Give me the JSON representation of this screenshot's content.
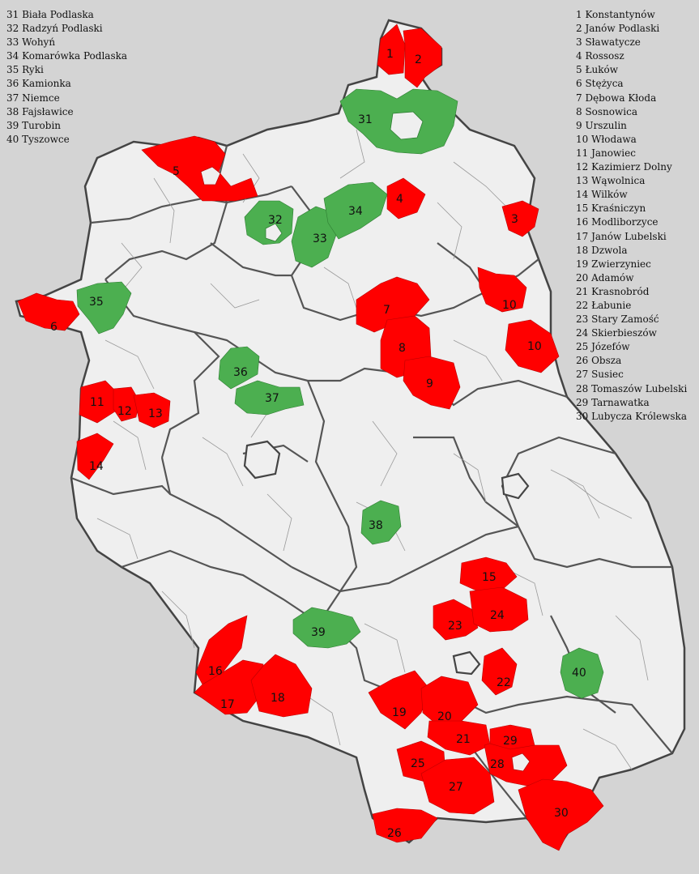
{
  "colors": {
    "background": "#d4d4d4",
    "land": "#efefef",
    "red": "#ff0000",
    "green": "#4caf50",
    "border": "#444444"
  },
  "legend_left": [
    "31 Biała Podlaska",
    "32 Radzyń Podlaski",
    "33 Wohyń",
    "34 Komarówka Podlaska",
    "35 Ryki",
    "36 Kamionka",
    "37 Niemce",
    "38 Fajsławice",
    "39 Turobin",
    "40 Tyszowce"
  ],
  "legend_right": [
    "1 Konstantynów",
    "2 Janów Podlaski",
    "3 Sławatycze",
    "4 Rossosz",
    "5 Łuków",
    "6 Stężyca",
    "7 Dębowa Kłoda",
    "8 Sosnowica",
    "9 Urszulin",
    "10 Włodawa",
    "11 Janowiec",
    "12 Kazimierz Dolny",
    "13 Wąwolnica",
    "14 Wilków",
    "15 Kraśniczyn",
    "16 Modliborzyce",
    "17 Janów Lubelski",
    "18 Dzwola",
    "19 Zwierzyniec",
    "20 Adamów",
    "21 Krasnobród",
    "22 Łabunie",
    "23 Stary Zamość",
    "24 Skierbieszów",
    "25 Józefów",
    "26 Obsza",
    "27 Susiec",
    "28 Tomaszów Lubelski",
    "29 Tarnawatka",
    "30 Lubycza Królewska"
  ],
  "map": {
    "red_communes": [
      "1",
      "2",
      "3",
      "4",
      "5",
      "6",
      "7",
      "8",
      "9",
      "10",
      "10",
      "11",
      "12",
      "13",
      "14",
      "15",
      "16",
      "17",
      "18",
      "19",
      "20",
      "21",
      "22",
      "23",
      "24",
      "25",
      "26",
      "27",
      "28",
      "29",
      "30"
    ],
    "green_communes": [
      "31",
      "32",
      "33",
      "34",
      "35",
      "36",
      "37",
      "38",
      "39",
      "40"
    ]
  }
}
